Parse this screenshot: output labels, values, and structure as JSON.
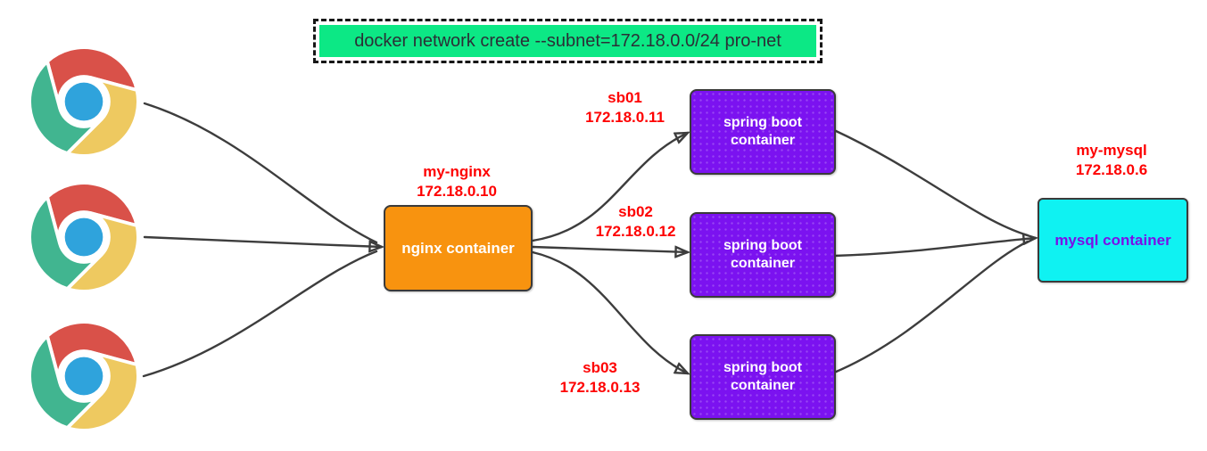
{
  "banner": {
    "text": "docker network create --subnet=172.18.0.0/24 pro-net",
    "bg_color": "#0ce885",
    "border_style": "black dashed"
  },
  "clients": {
    "icon": "chrome-browser-icon",
    "count": 3,
    "icon_colors": {
      "red": "#d95149",
      "green": "#41b590",
      "yellow": "#eec960",
      "blue": "#2fa3dc"
    }
  },
  "nginx": {
    "name": "my-nginx",
    "ip": "172.18.0.10",
    "box_label": "nginx container",
    "bg_color": "#f8930f",
    "text_color": "#ffffff"
  },
  "springboot": [
    {
      "name": "sb01",
      "ip": "172.18.0.11",
      "box_label_line1": "spring boot",
      "box_label_line2": "container"
    },
    {
      "name": "sb02",
      "ip": "172.18.0.12",
      "box_label_line1": "spring boot",
      "box_label_line2": "container"
    },
    {
      "name": "sb03",
      "ip": "172.18.0.13",
      "box_label_line1": "spring boot",
      "box_label_line2": "container"
    }
  ],
  "springboot_bg_color": "#7b12f0",
  "mysql": {
    "name": "my-mysql",
    "ip": "172.18.0.6",
    "box_label": "mysql container",
    "bg_color": "#0ff2f2",
    "text_color": "#7a10e8"
  },
  "label_color": "#fe0000",
  "arrow_color": "#3d3d3d"
}
